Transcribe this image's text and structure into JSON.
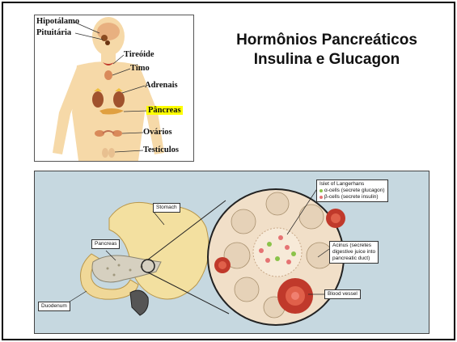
{
  "slide": {
    "title_line1": "Hormônios Pancreáticos",
    "title_line2": "Insulina e Glucagon"
  },
  "body_diagram": {
    "labels": [
      {
        "text": "Hipotálamo",
        "highlight": false
      },
      {
        "text": "Pituitária",
        "highlight": false
      },
      {
        "text": "Tireóide",
        "highlight": false
      },
      {
        "text": "Timo",
        "highlight": false
      },
      {
        "text": "Adrenais",
        "highlight": false
      },
      {
        "text": "Pâncreas",
        "highlight": true
      },
      {
        "text": "Ovários",
        "highlight": false
      },
      {
        "text": "Testículos",
        "highlight": false
      }
    ],
    "highlight_color": "#ffff00",
    "skin_color": "#f6d9a8"
  },
  "pancreas_diagram": {
    "stomach": "Stomach",
    "pancreas": "Pancreas",
    "duodenum": "Duodenum",
    "islet_title": "Islet of Langerhans",
    "alpha_cells": "α-cells (secrete glucagon)",
    "beta_cells": "β-cells (secrete insulin)",
    "acinus_line1": "Acinus (secretes",
    "acinus_line2": "digestive juice into",
    "acinus_line3": "pancreatic duct)",
    "blood_vessel": "Blood vessel",
    "alpha_color": "#8bc34a",
    "beta_color": "#e57373",
    "background_color": "#c6d8e0"
  }
}
